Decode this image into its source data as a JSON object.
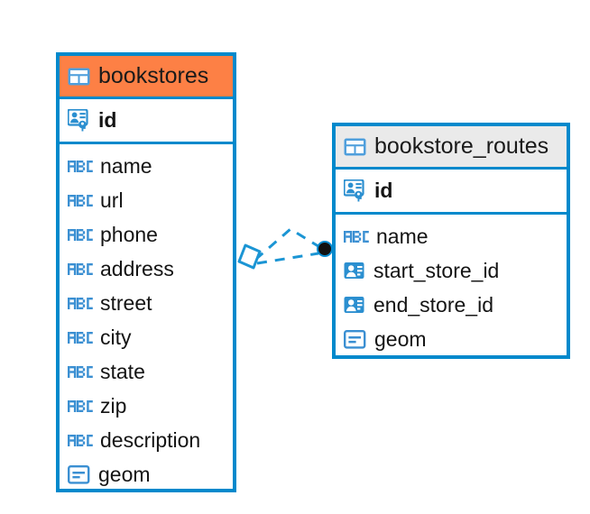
{
  "diagram": {
    "type": "entity-relationship-diagram",
    "background": "#ffffff",
    "accent_color": "#0089cc",
    "highlight_color": "#fd8045",
    "header_gray": "#eaeaea"
  },
  "entities": [
    {
      "name": "bookstores",
      "header_icon": "table-icon",
      "header_style": "orange",
      "primary_keys": [
        {
          "label": "id",
          "icon": "primary-key-icon",
          "type": "pk"
        }
      ],
      "columns": [
        {
          "label": "name",
          "icon": "text-abc-icon",
          "type": "text"
        },
        {
          "label": "url",
          "icon": "text-abc-icon",
          "type": "text"
        },
        {
          "label": "phone",
          "icon": "text-abc-icon",
          "type": "text"
        },
        {
          "label": "address",
          "icon": "text-abc-icon",
          "type": "text"
        },
        {
          "label": "street",
          "icon": "text-abc-icon",
          "type": "text"
        },
        {
          "label": "city",
          "icon": "text-abc-icon",
          "type": "text"
        },
        {
          "label": "state",
          "icon": "text-abc-icon",
          "type": "text"
        },
        {
          "label": "zip",
          "icon": "text-abc-icon",
          "type": "text"
        },
        {
          "label": "description",
          "icon": "text-abc-icon",
          "type": "text"
        },
        {
          "label": "geom",
          "icon": "geometry-icon",
          "type": "geometry"
        }
      ]
    },
    {
      "name": "bookstore_routes",
      "header_icon": "table-icon",
      "header_style": "gray",
      "primary_keys": [
        {
          "label": "id",
          "icon": "primary-key-icon",
          "type": "pk"
        }
      ],
      "columns": [
        {
          "label": "name",
          "icon": "text-abc-icon",
          "type": "text"
        },
        {
          "label": "start_store_id",
          "icon": "foreign-key-icon",
          "type": "fk"
        },
        {
          "label": "end_store_id",
          "icon": "foreign-key-icon",
          "type": "fk"
        },
        {
          "label": "geom",
          "icon": "geometry-icon",
          "type": "geometry"
        }
      ]
    }
  ],
  "relationship": {
    "style": "dashed",
    "color": "#0089cc",
    "source_marker": "diamond-marker",
    "target_marker": "filled-circle-marker",
    "branches": 2
  }
}
